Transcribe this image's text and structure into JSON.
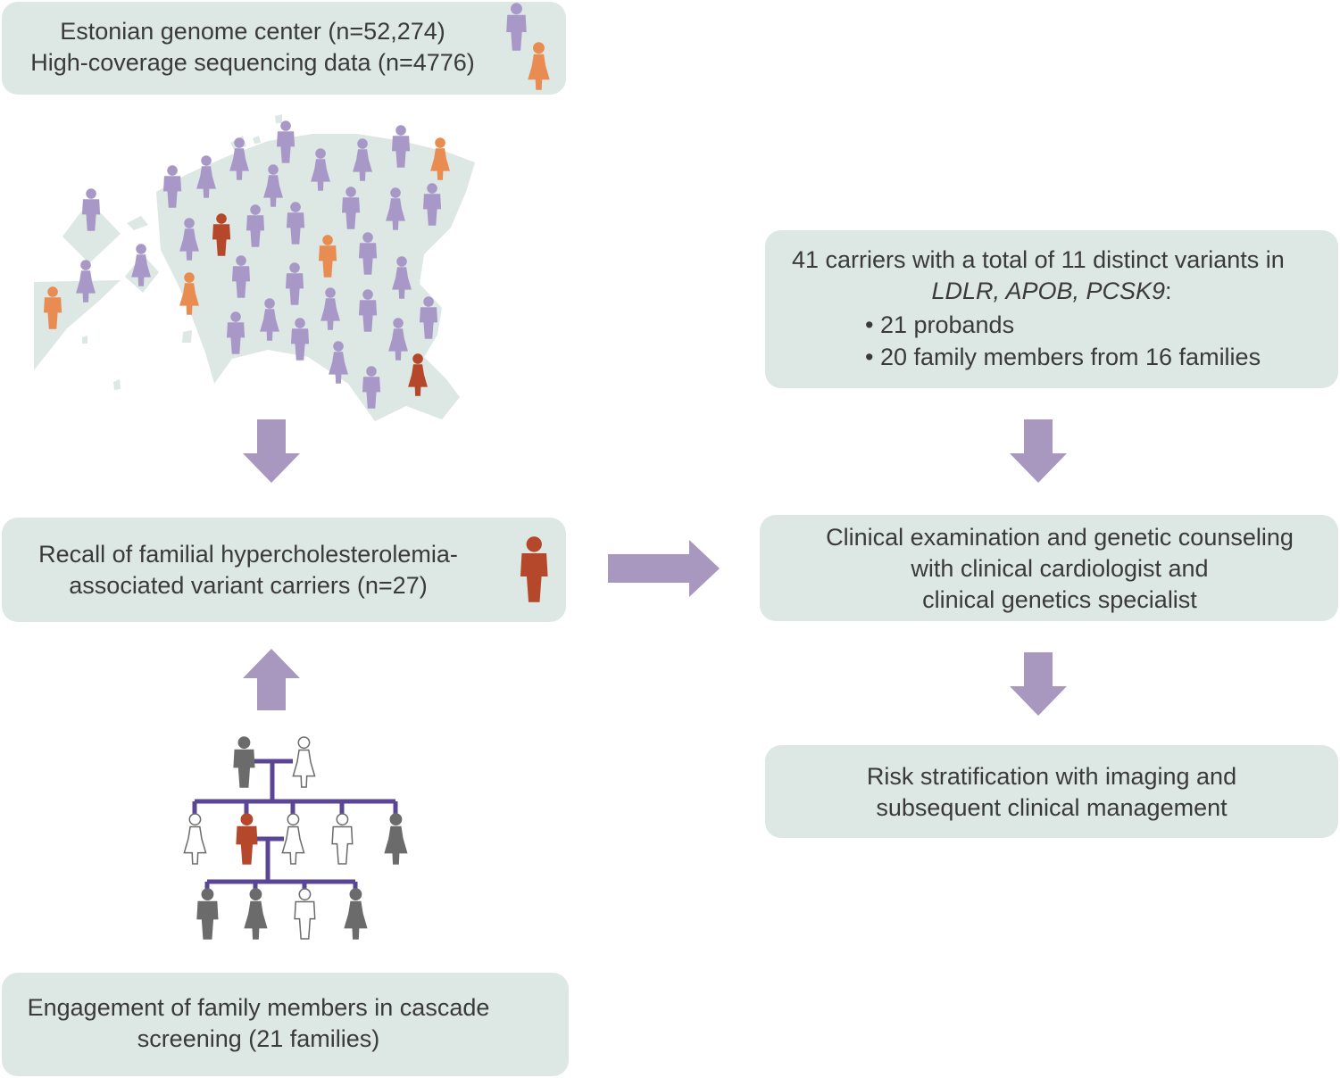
{
  "colors": {
    "box_fill": "#dde7e4",
    "arrow": "#a898bf",
    "map_fill": "#dde7e4",
    "person_lavender": "#a898c8",
    "person_orange": "#e98c52",
    "person_red": "#b5472a",
    "pedigree_line": "#5b4596",
    "pedigree_gray": "#6b6b6b"
  },
  "top_box": {
    "line1": "Estonian genome center (n=52,274)",
    "line2": "High-coverage sequencing data (n=4776)",
    "icons": [
      "person-lavender-icon",
      "person-orange-icon"
    ]
  },
  "recall_box": {
    "line1": "Recall of familial hypercholesterolemia-",
    "line2": "associated variant carriers (n=27)",
    "icon": "person-red-icon"
  },
  "engagement_box": {
    "line1": "Engagement of family members in cascade",
    "line2": "screening (21 families)"
  },
  "carriers_box": {
    "line1": "41 carriers with a total of 11 distinct variants in",
    "genes": "LDLR, APOB, PCSK9",
    "colon": ":",
    "bullets": [
      "• 21 probands",
      "• 20 family members from 16 families"
    ]
  },
  "clinical_box": {
    "line1": "Clinical examination and genetic counseling",
    "line2": "with clinical cardiologist and",
    "line3": "clinical genetics specialist"
  },
  "risk_box": {
    "line1": "Risk stratification with imaging and",
    "line2": "subsequent clinical management"
  },
  "map": {
    "icon": "estonia-map-icon",
    "figure_colors": "lavender: sequenced individuals, orange: high-coverage, red: carriers"
  },
  "pedigree": {
    "icon": "family-pedigree-icon"
  }
}
